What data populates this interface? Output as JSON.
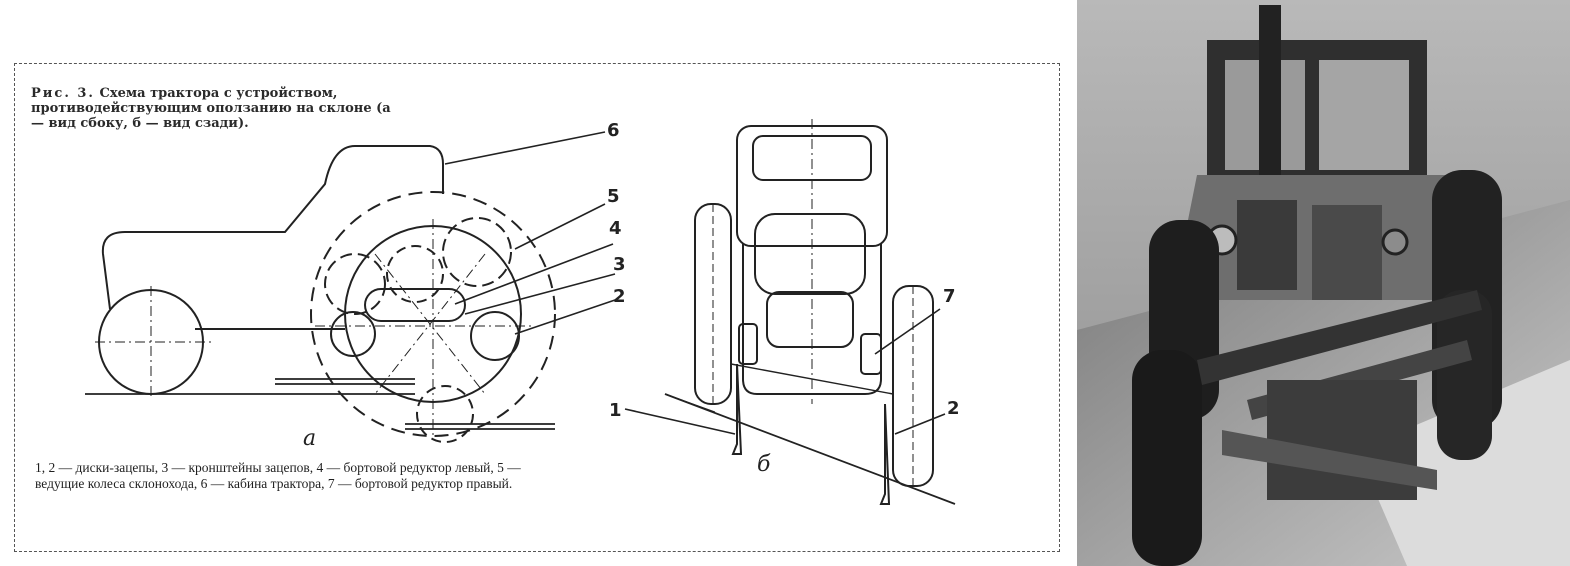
{
  "caption": {
    "lead": "Рис. 3.",
    "text": "Схема трактора с устройством, противодействующим оползанию на склоне (а — вид сбоку, б — вид сзади)."
  },
  "side_view": {
    "label": "а",
    "callouts": [
      "6",
      "5",
      "4",
      "3",
      "2"
    ]
  },
  "rear_view": {
    "label": "б",
    "callouts": [
      "7",
      "1",
      "2"
    ]
  },
  "legend": "1, 2 — диски-зацепы, 3 — кронштейны зацепов, 4 — бортовой редуктор левый, 5 — ведущие колеса склонохода, 6 — кабина трактора, 7 — бортовой редуктор правый."
}
